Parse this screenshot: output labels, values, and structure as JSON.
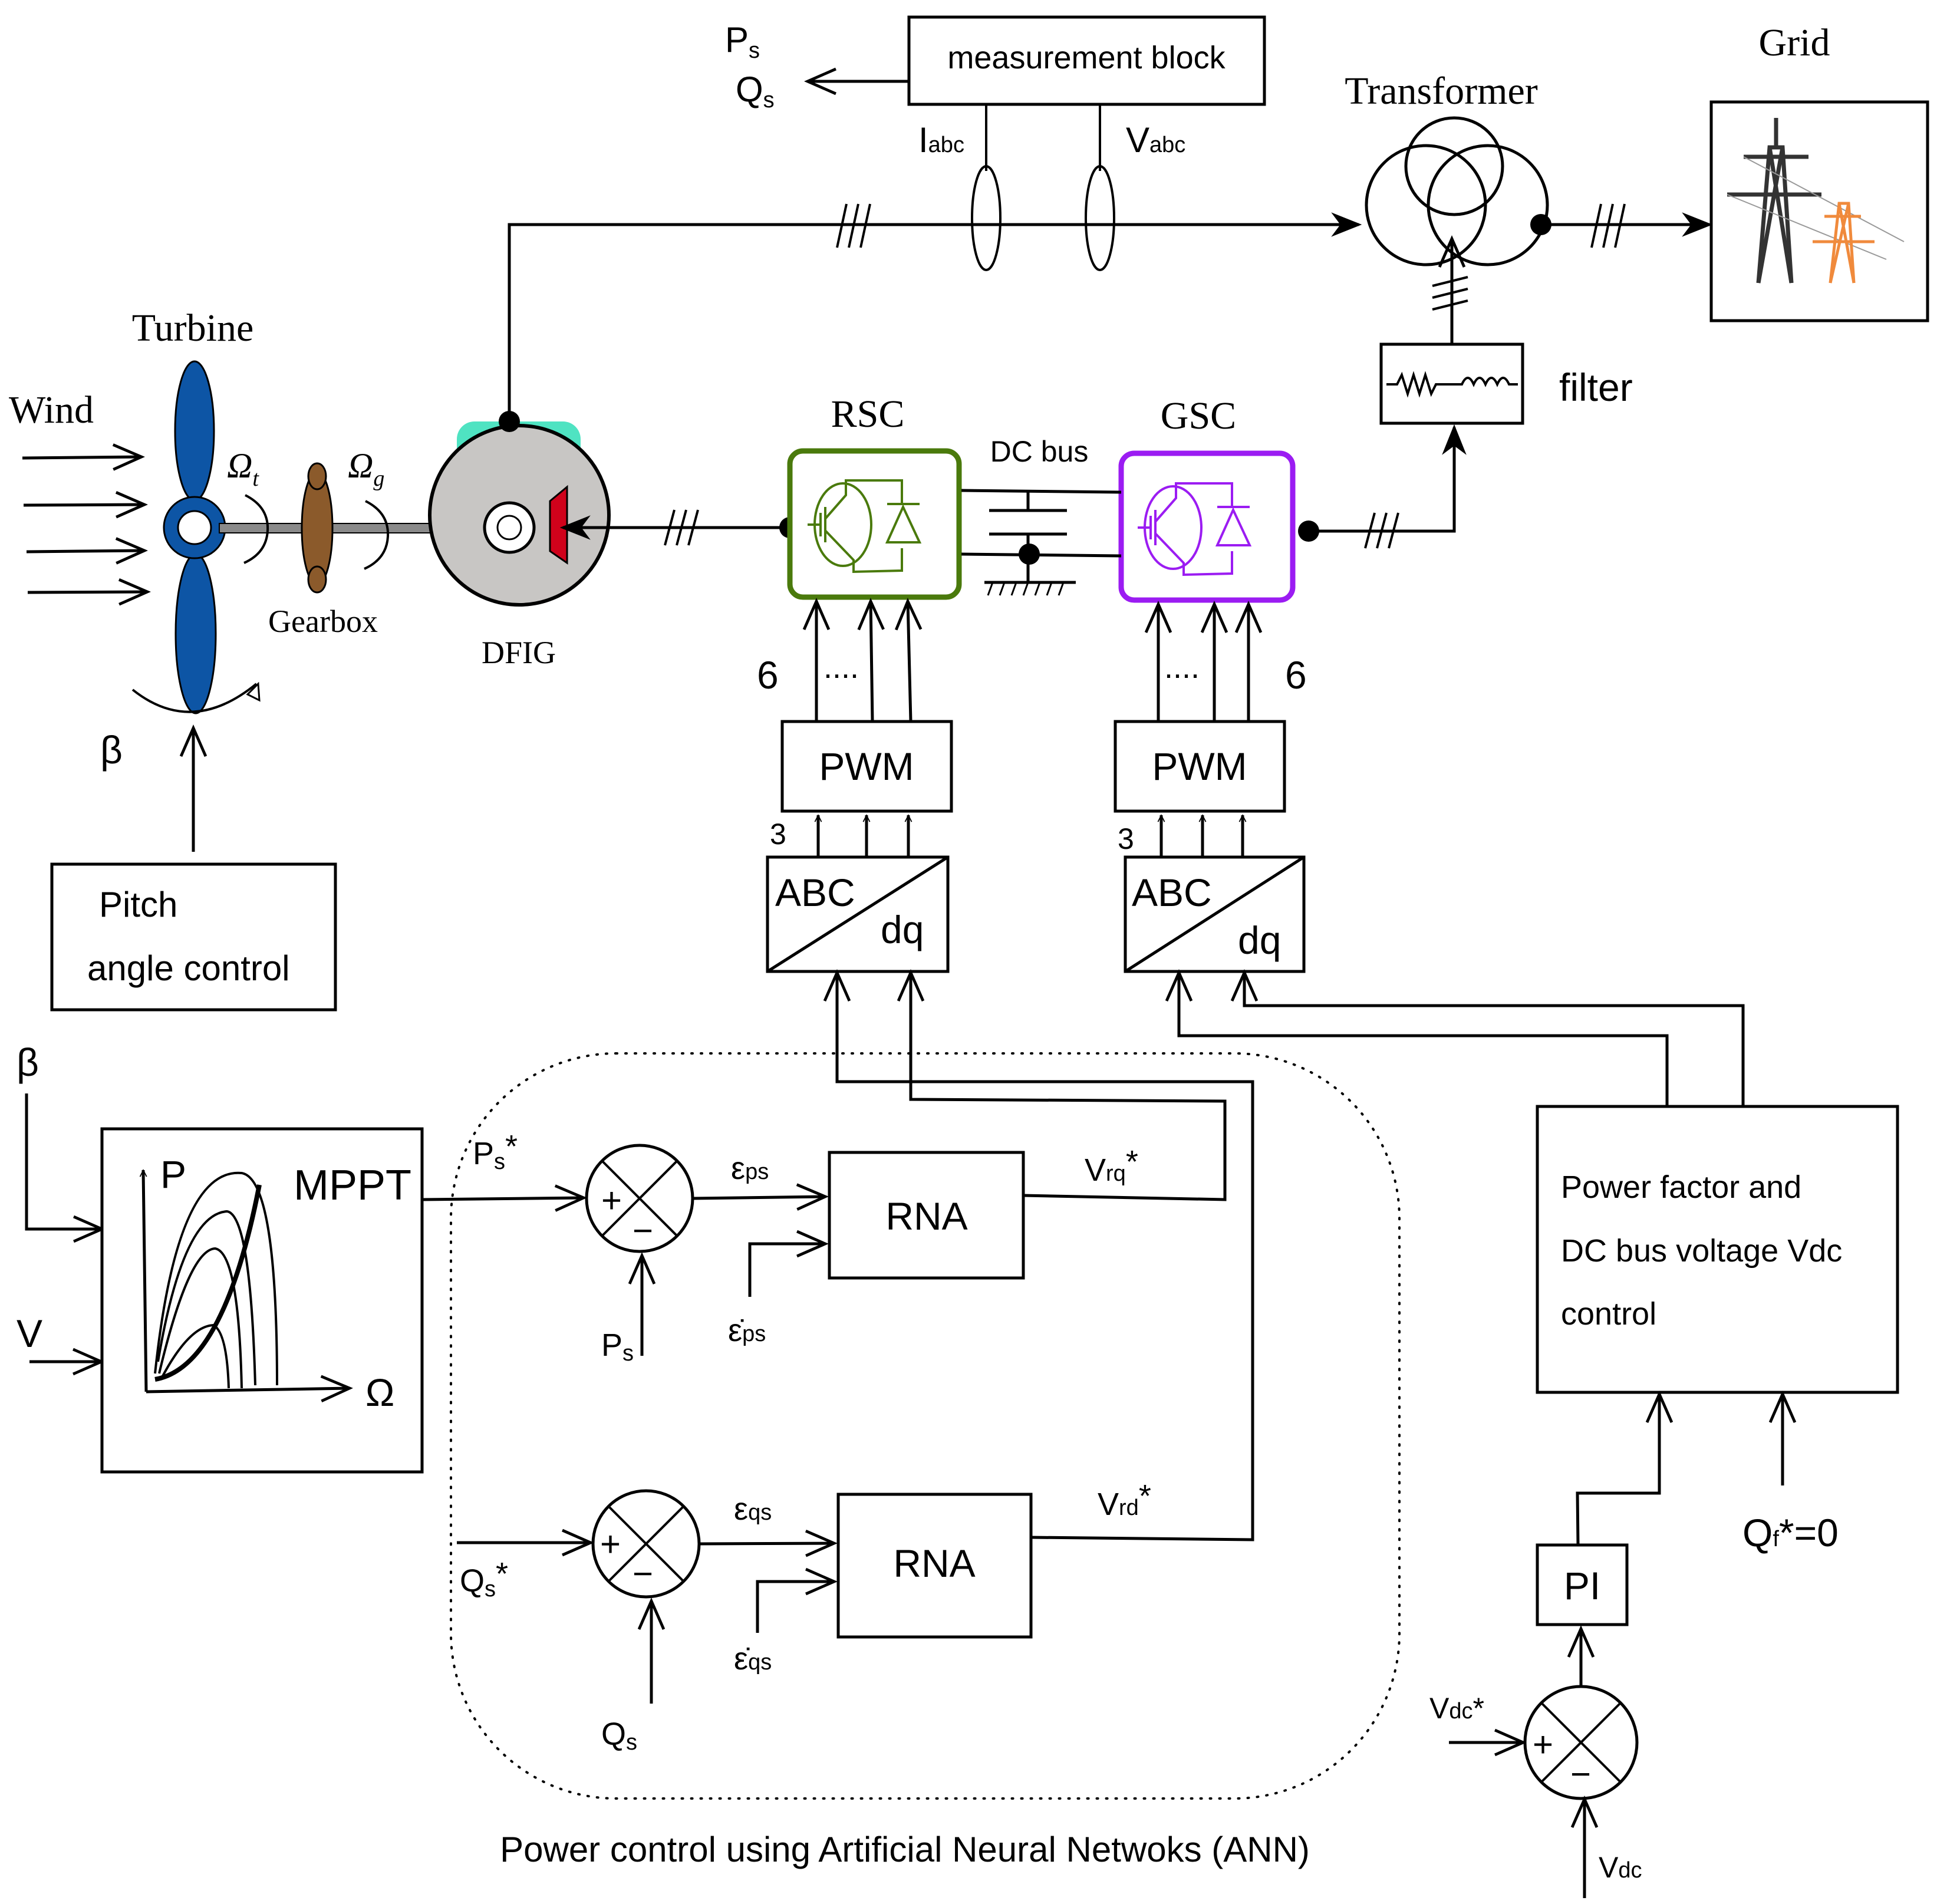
{
  "figure": {
    "title_caption": "Power control using Artificial Neural Netwoks (ANN)"
  },
  "mechanical": {
    "wind_label": "Wind",
    "turbine_label": "Turbine",
    "omega_t_label": "Ω",
    "omega_t_sub": "t",
    "omega_g_label": "Ω",
    "omega_g_sub": "g",
    "gearbox_label": "Gearbox",
    "dfig_label": "DFIG",
    "beta_label": "β",
    "pitch_box_line1": "Pitch",
    "pitch_box_line2": "angle control"
  },
  "measurement": {
    "block_label": "measurement block",
    "out_p": "P",
    "out_p_sub": "s",
    "out_q": "Q",
    "out_q_sub": "s",
    "i_label": "I",
    "i_sub": "abc",
    "v_label": "V",
    "v_sub": "abc"
  },
  "grid_side": {
    "transformer_label": "Transformer",
    "grid_label": "Grid",
    "filter_label": "filter",
    "colors": {
      "tower_dark": "#333333",
      "tower_orange": "#f08a3c"
    }
  },
  "converters": {
    "rsc_label": "RSC",
    "gsc_label": "GSC",
    "dc_bus_label": "DC bus",
    "rsc_color": "#4a7a0c",
    "gsc_color": "#9b1cf2",
    "rsc_signal_count": "6",
    "gsc_signal_count": "6",
    "dots": "....",
    "pwm_label": "PWM",
    "abc_label": "ABC",
    "dq_label": "dq",
    "three_label": "3"
  },
  "mppt": {
    "beta_in": "β",
    "v_in": "V",
    "label": "MPPT",
    "p_axis": "P",
    "omega_axis": "Ω"
  },
  "ann": {
    "ps_ref": "P",
    "ps_ref_sub": "s",
    "ps_ref_star": "*",
    "ps_meas": "P",
    "ps_meas_sub": "s",
    "eps_ps": "ε",
    "eps_ps_sub": "ps",
    "deps_ps": "ε̇",
    "deps_ps_sub": "ps",
    "rna1_label": "RNA",
    "vrq_label": "V",
    "vrq_sub": "rq",
    "vrq_star": "*",
    "qs_ref": "Q",
    "qs_ref_sub": "s",
    "qs_ref_star": "*",
    "qs_meas": "Q",
    "qs_meas_sub": "s",
    "eps_qs": "ε",
    "eps_qs_sub": "qs",
    "deps_qs": "ε̇",
    "deps_qs_sub": "qs",
    "rna2_label": "RNA",
    "vrd_label": "V",
    "vrd_sub": "rd",
    "vrd_star": "*",
    "plus": "+",
    "minus": "−"
  },
  "gsc_control": {
    "block_line1": "Power factor and",
    "block_line2": "DC bus voltage  Vdc",
    "block_line3": "control",
    "qf_ref": "Q",
    "qf_sub": "f",
    "qf_rest": "*=0",
    "pi_label": "PI",
    "vdc_ref": "V",
    "vdc_ref_sub": "dc",
    "vdc_ref_star": "*",
    "vdc_meas": "V",
    "vdc_meas_sub": "dc",
    "plus": "+",
    "minus": "−"
  }
}
